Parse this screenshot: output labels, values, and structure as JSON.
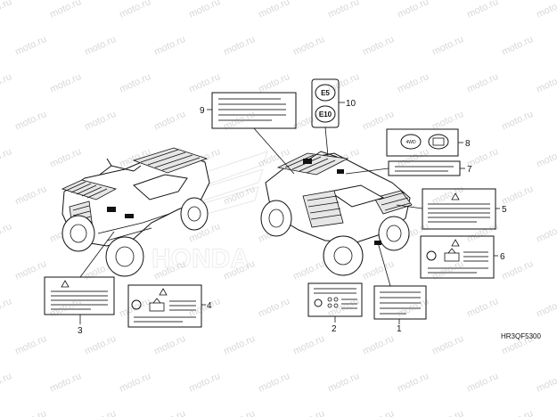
{
  "diagram": {
    "code": "HR3QF5300",
    "callouts": [
      {
        "id": "c1",
        "text": "1"
      },
      {
        "id": "c2",
        "text": "2"
      },
      {
        "id": "c3",
        "text": "3"
      },
      {
        "id": "c4",
        "text": "4"
      },
      {
        "id": "c5",
        "text": "5"
      },
      {
        "id": "c6",
        "text": "6"
      },
      {
        "id": "c7",
        "text": "7"
      },
      {
        "id": "c8",
        "text": "8"
      },
      {
        "id": "c9",
        "text": "9"
      },
      {
        "id": "c10",
        "text": "10"
      }
    ],
    "fuel_labels": {
      "top": "E5",
      "bottom": "E10"
    },
    "label8_icon_left": "4WD",
    "watermark": "moto.ru",
    "background_color": "#ffffff",
    "line_color": "#111111",
    "watermark_color": "#d8d8d8"
  }
}
